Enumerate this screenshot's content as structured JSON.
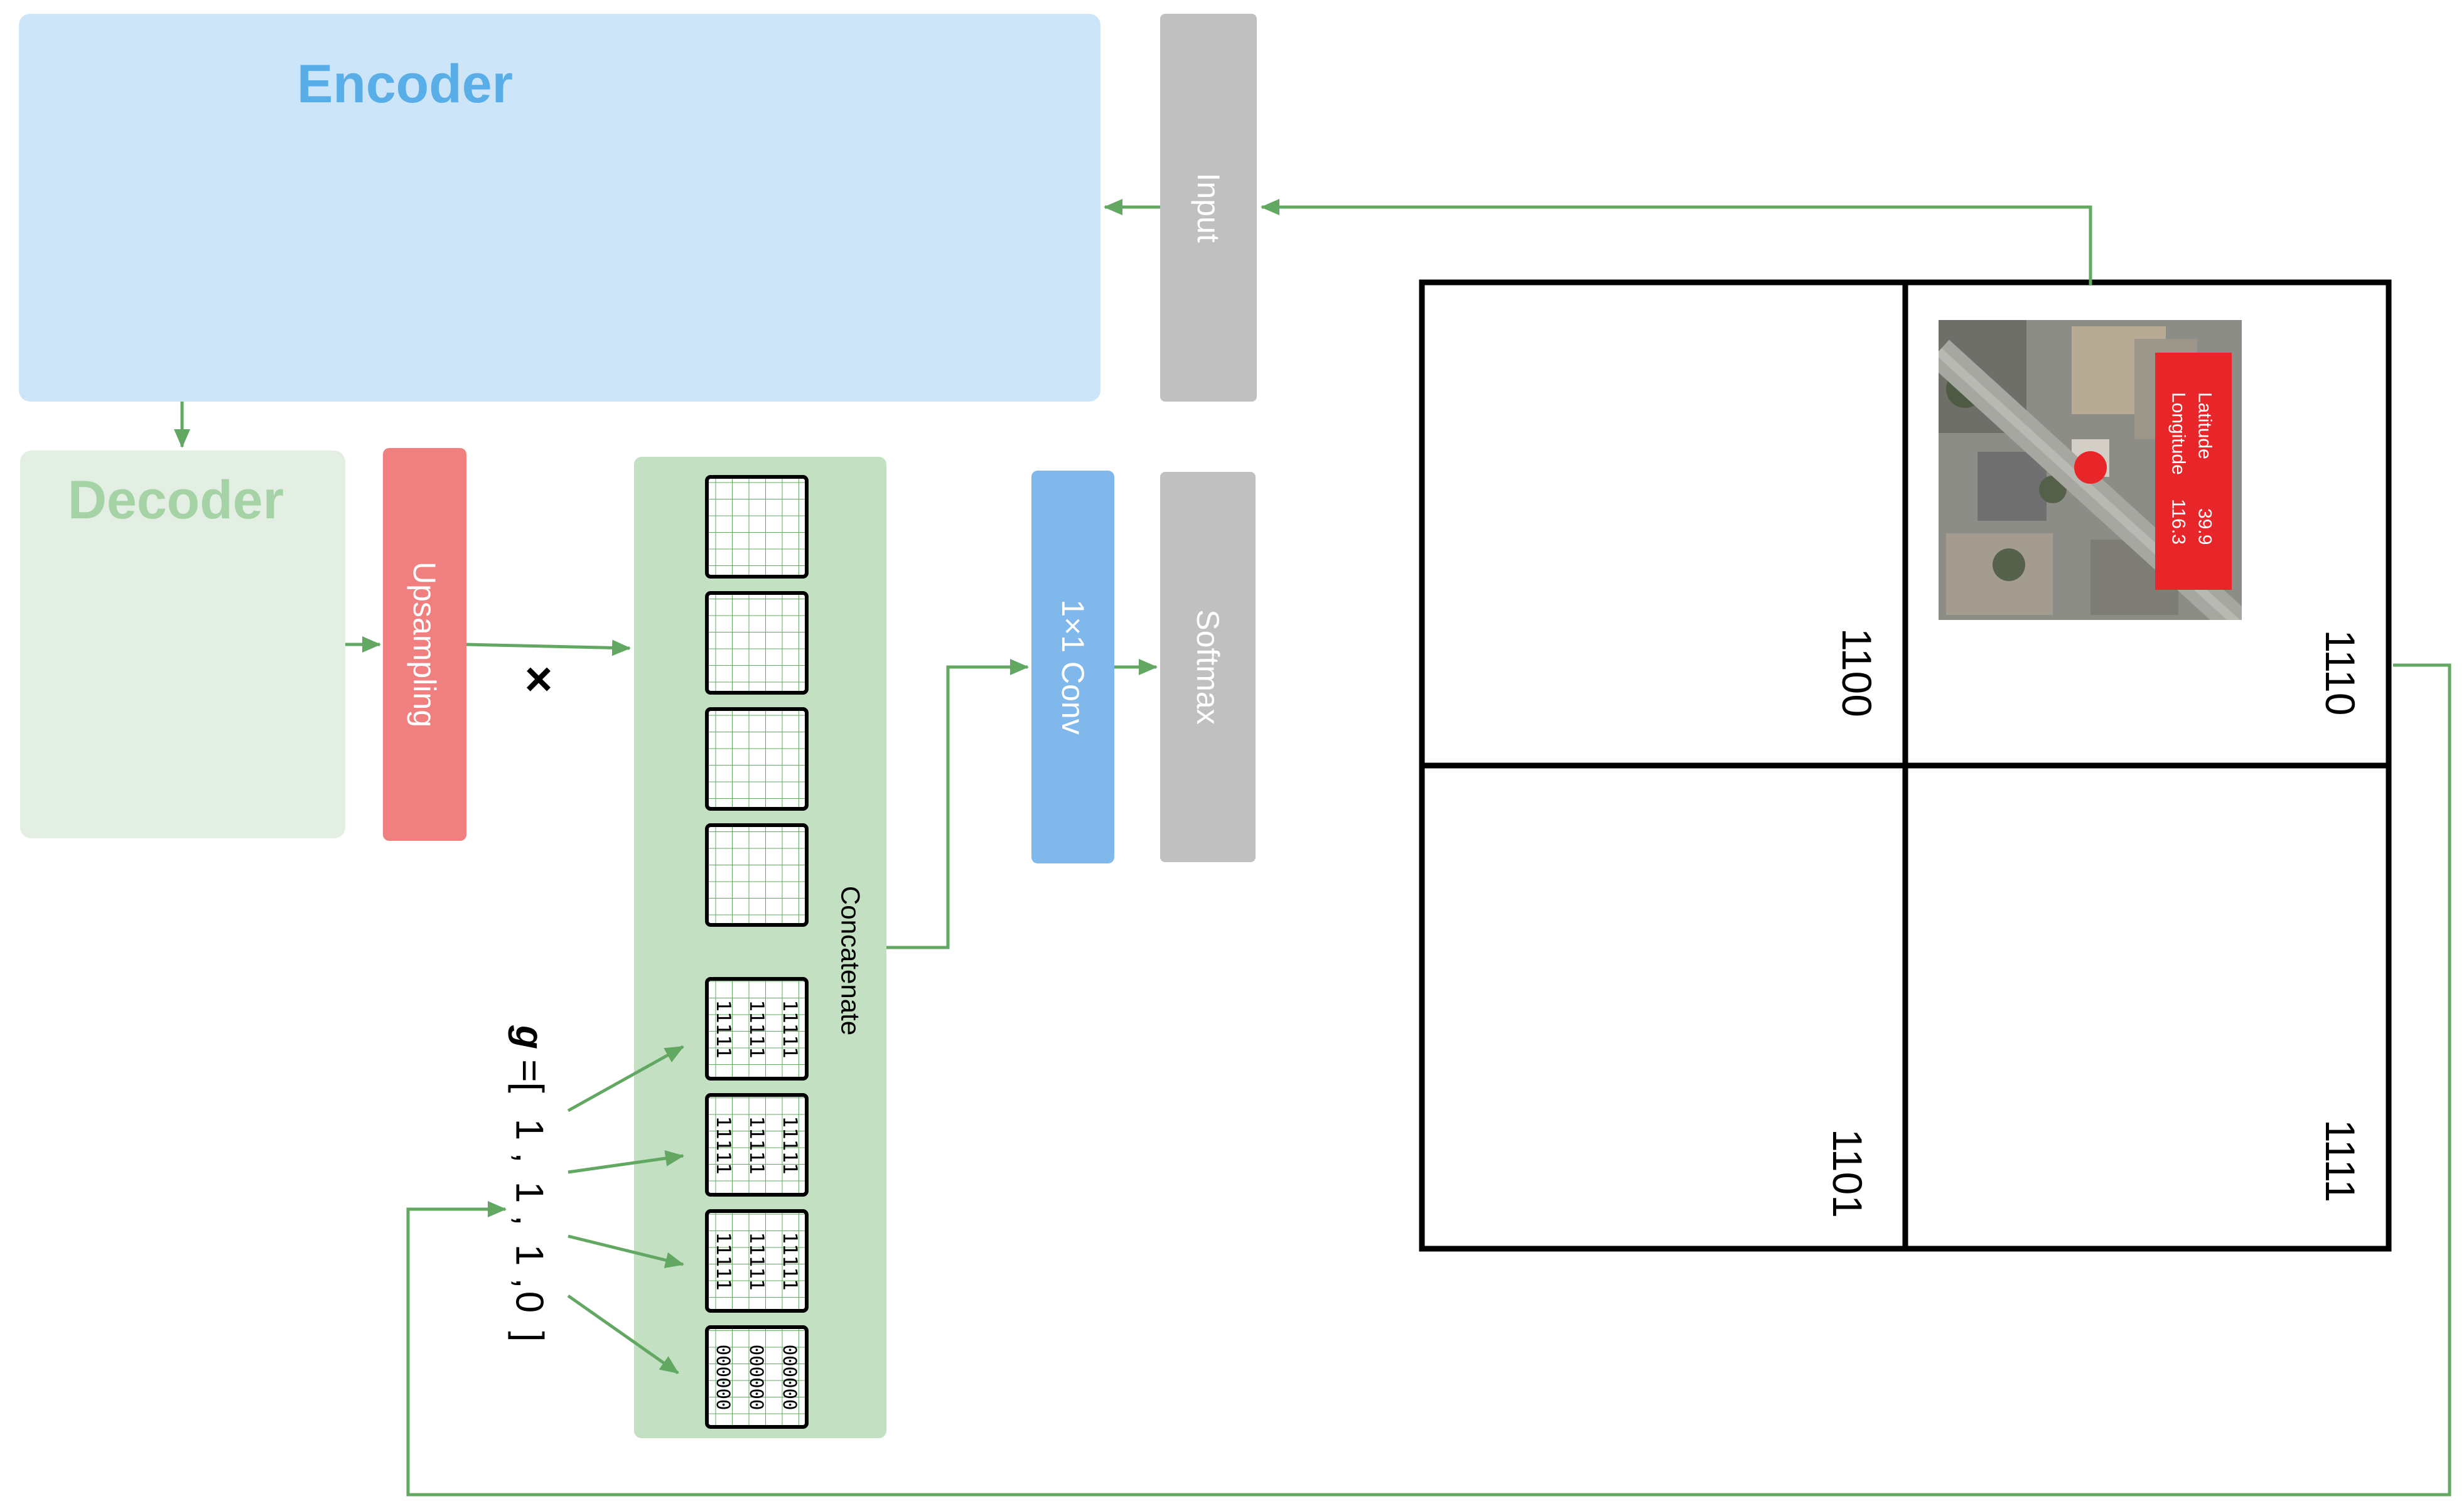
{
  "blocks": {
    "encoder": "Encoder",
    "decoder": "Decoder",
    "input": "Input",
    "upsampling": "Upsampling",
    "concatenate": "Concatenate",
    "conv": "1×1 Conv",
    "softmax": "Softmax"
  },
  "operators": {
    "multiply": "×"
  },
  "vector": {
    "name": "g",
    "eq_open": "=[",
    "sep": ",",
    "close": "]",
    "values": [
      "1",
      "1",
      "1",
      "0"
    ]
  },
  "binary_maps": [
    {
      "rows": [
        "11111",
        "11111",
        "11111"
      ]
    },
    {
      "rows": [
        "11111",
        "11111",
        "11111"
      ]
    },
    {
      "rows": [
        "11111",
        "11111",
        "11111"
      ]
    },
    {
      "rows": [
        "000000",
        "000000",
        "000000"
      ]
    }
  ],
  "quadtree": {
    "cells": [
      "1100",
      "1110",
      "1101",
      "1111"
    ]
  },
  "location": {
    "latitude_label": "Latitude",
    "latitude_value": "39.9",
    "longitude_label": "Longitude",
    "longitude_value": "116.3"
  },
  "colors": {
    "encoder": "#cce5f8",
    "encoder_text": "#5aaee8",
    "decoder": "#e2efe2",
    "decoder_text": "#a6d3a6",
    "gray_block": "#c0c0c0",
    "upsampling": "#f08080",
    "conv": "#80b8ec",
    "concat_panel": "#c3e0c3",
    "arrow": "#62a862",
    "marker": "#e8262a"
  }
}
